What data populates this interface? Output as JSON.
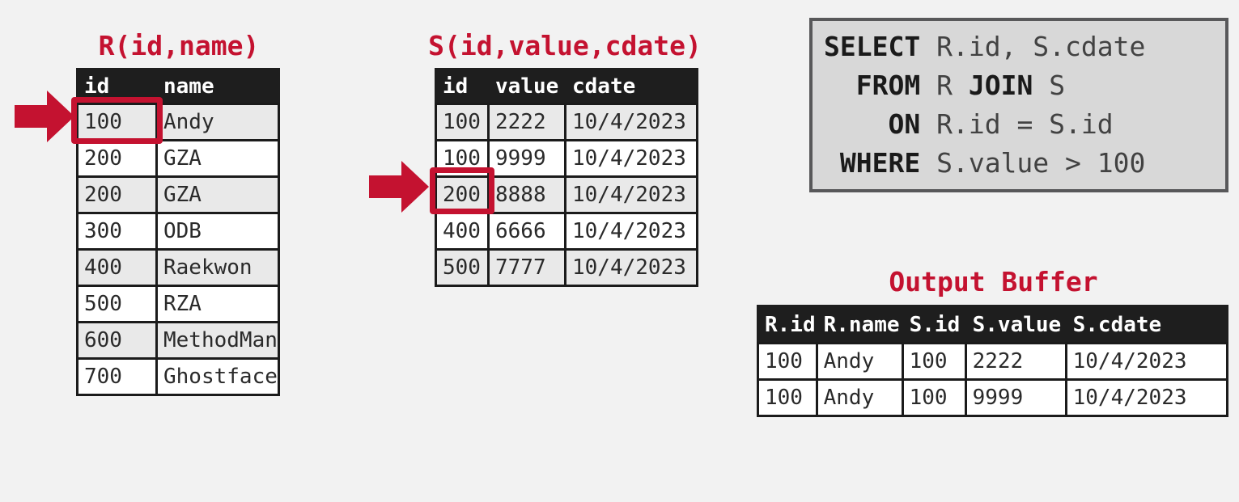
{
  "colors": {
    "accent_red": "#c41230",
    "table_header_bg": "#1e1e1e",
    "row_stripe": "#e9e9e9",
    "sql_box_bg": "#d8d8d8",
    "sql_box_border": "#58585a",
    "page_bg": "#f2f2f2"
  },
  "r_table": {
    "title": "R(id,name)",
    "columns": [
      "id",
      "name"
    ],
    "rows": [
      [
        "100",
        "Andy"
      ],
      [
        "200",
        "GZA"
      ],
      [
        "200",
        "GZA"
      ],
      [
        "300",
        "ODB"
      ],
      [
        "400",
        "Raekwon"
      ],
      [
        "500",
        "RZA"
      ],
      [
        "600",
        "MethodMan"
      ],
      [
        "700",
        "Ghostface"
      ]
    ],
    "highlight": {
      "row": 0,
      "column": "id",
      "value": "100"
    }
  },
  "s_table": {
    "title": "S(id,value,cdate)",
    "columns": [
      "id",
      "value",
      "cdate"
    ],
    "rows": [
      [
        "100",
        "2222",
        "10/4/2023"
      ],
      [
        "100",
        "9999",
        "10/4/2023"
      ],
      [
        "200",
        "8888",
        "10/4/2023"
      ],
      [
        "400",
        "6666",
        "10/4/2023"
      ],
      [
        "500",
        "7777",
        "10/4/2023"
      ]
    ],
    "highlight": {
      "row": 2,
      "column": "id",
      "value": "200"
    }
  },
  "sql_query": {
    "lines": [
      [
        {
          "kw": true,
          "text": "SELECT"
        },
        {
          "kw": false,
          "text": " R.id, S.cdate"
        }
      ],
      [
        {
          "kw": false,
          "text": "  "
        },
        {
          "kw": true,
          "text": "FROM"
        },
        {
          "kw": false,
          "text": " R "
        },
        {
          "kw": true,
          "text": "JOIN"
        },
        {
          "kw": false,
          "text": " S"
        }
      ],
      [
        {
          "kw": false,
          "text": "    "
        },
        {
          "kw": true,
          "text": "ON"
        },
        {
          "kw": false,
          "text": " R.id = S.id"
        }
      ],
      [
        {
          "kw": false,
          "text": " "
        },
        {
          "kw": true,
          "text": "WHERE"
        },
        {
          "kw": false,
          "text": " S.value > 100"
        }
      ]
    ]
  },
  "output_buffer": {
    "title": "Output Buffer",
    "columns": [
      "R.id",
      "R.name",
      "S.id",
      "S.value",
      "S.cdate"
    ],
    "rows": [
      [
        "100",
        "Andy",
        "100",
        "2222",
        "10/4/2023"
      ],
      [
        "100",
        "Andy",
        "100",
        "9999",
        "10/4/2023"
      ]
    ]
  }
}
